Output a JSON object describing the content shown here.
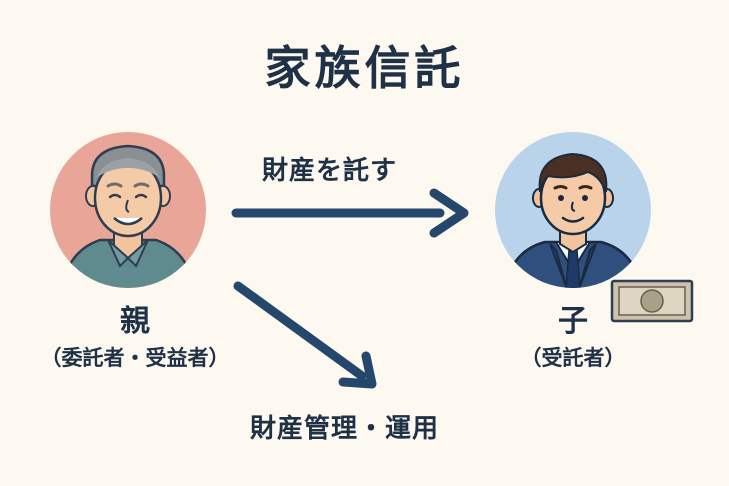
{
  "title": "家族信託",
  "arrows": {
    "transfer_label": "財産を託す",
    "manage_label": "財産管理・運用"
  },
  "parent": {
    "name": "親",
    "role": "（委託者・受益者）"
  },
  "child": {
    "name": "子",
    "role": "（受託者）"
  },
  "colors": {
    "navy": "#1f3147",
    "arrow": "#24476b",
    "parent_bg": "#e9a597",
    "child_bg": "#b9d3ea",
    "background": "#fdf8f0"
  }
}
